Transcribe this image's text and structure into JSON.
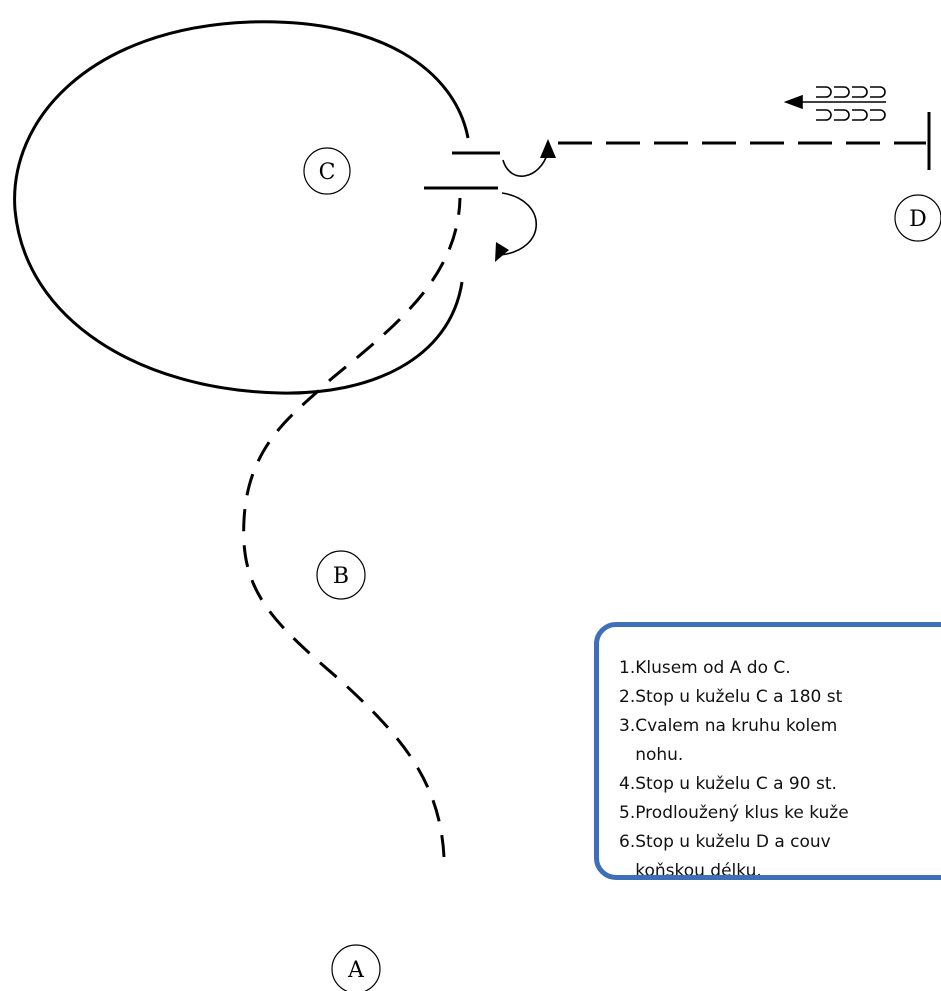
{
  "points": {
    "a": "A",
    "b": "B",
    "c": "C",
    "d": "D"
  },
  "instructions": [
    "1.Klusem od A do C.",
    "2.Stop u kuželu C a 180 st",
    "3.Cvalem na kruhu kolem",
    "   nohu.",
    "4.Stop u kuželu C a 90 st.",
    "5.Prodloužený klus ke kuže",
    "6.Stop u kuželu D a couv",
    "   koňskou délku."
  ],
  "colors": {
    "box_border": "#3f6fb8",
    "lines": "#000000"
  },
  "icons": {
    "backing_symbol": "backing-up-hoof-marks-icon"
  }
}
